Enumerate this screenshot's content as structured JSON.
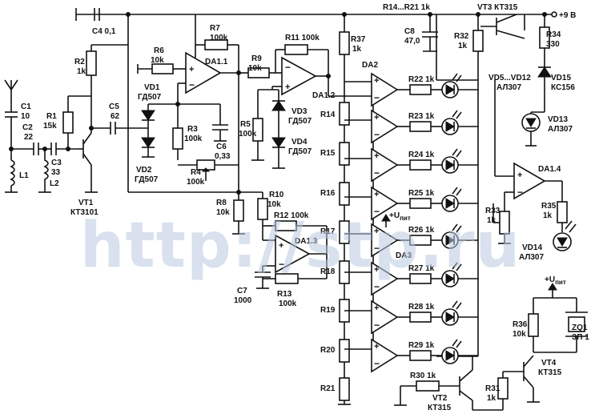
{
  "watermark": "http://stp.ru",
  "labels": {
    "vt3": "VT3 КТ315",
    "plus9": "+9 В",
    "r14r21": "R14...R21 1k",
    "c4": "C4 0,1",
    "r7": "R7",
    "r7v": "100k",
    "r2": "R2",
    "r2v": "1k",
    "r6": "R6",
    "r6v": "10k",
    "da11": "DA1.1",
    "r9": "R9",
    "r9v": "10k",
    "r11": "R11 100k",
    "r37": "R37",
    "r37v": "1k",
    "c8": "C8",
    "c8v": "47,0",
    "r32": "R32",
    "r32v": "1k",
    "r34": "R34",
    "r34v": "330",
    "vd5": "VD5...VD12",
    "vd5v": "АЛ307",
    "vd15": "VD15",
    "vd15v": "КС156",
    "c1": "C1",
    "c1v": "10",
    "c2": "C2",
    "c2v": "22",
    "c3": "C3",
    "c3v": "33",
    "l1": "L1",
    "l2": "L2",
    "r1": "R1",
    "r1v": "15k",
    "c5": "C5",
    "c5v": "62",
    "vd1": "VD1",
    "vd1v": "ГД507",
    "vd2": "VD2",
    "vd2v": "ГД507",
    "r3": "R3",
    "r3v": "100k",
    "c6": "C6",
    "c6v": "0,33",
    "r4": "R4",
    "r4v": "100k",
    "da12": "DA1.2",
    "vd3": "VD3",
    "vd3v": "ГД507",
    "vd4": "VD4",
    "vd4v": "ГД507",
    "r5": "R5",
    "r5v": "100k",
    "da2": "DA2",
    "r22": "R22 1k",
    "r23": "R23 1k",
    "r24": "R24 1k",
    "r25": "R25 1k",
    "r26": "R26 1k",
    "r27": "R27 1k",
    "r28": "R28 1k",
    "r29": "R29 1k",
    "r15": "R15",
    "r16": "R16",
    "r17": "R17",
    "r18": "R18",
    "r19": "R19",
    "r20": "R20",
    "r21": "R21",
    "vd13": "VD13",
    "vd13v": "АЛ307",
    "da14": "DA1.4",
    "r33": "R33",
    "r33v": "1k",
    "r35": "R35",
    "r35v": "1k",
    "vd14": "VD14",
    "vd14v": "АЛ307",
    "vt1": "VT1",
    "vt1v": "КТ3101",
    "r8": "R8",
    "r8v": "10k",
    "r10": "R10",
    "r10v": "10k",
    "r12": "R12 100k",
    "da13": "DA1.3",
    "c7": "C7",
    "c7v": "1000",
    "r13": "R13",
    "r13v": "100k",
    "upit": "+U",
    "upitsub": "пит",
    "da3": "DA3",
    "upit2": "+U",
    "upit2sub": "пит",
    "r36": "R36",
    "r36v": "10k",
    "zq1": "ZQ1",
    "zq1v": "ЗП 1",
    "vt4": "VT4",
    "vt4v": "КТ315",
    "r30": "R30 1k",
    "vt2": "VT2",
    "vt2v": "КТ315",
    "r31": "R31",
    "r31v": "1k"
  }
}
